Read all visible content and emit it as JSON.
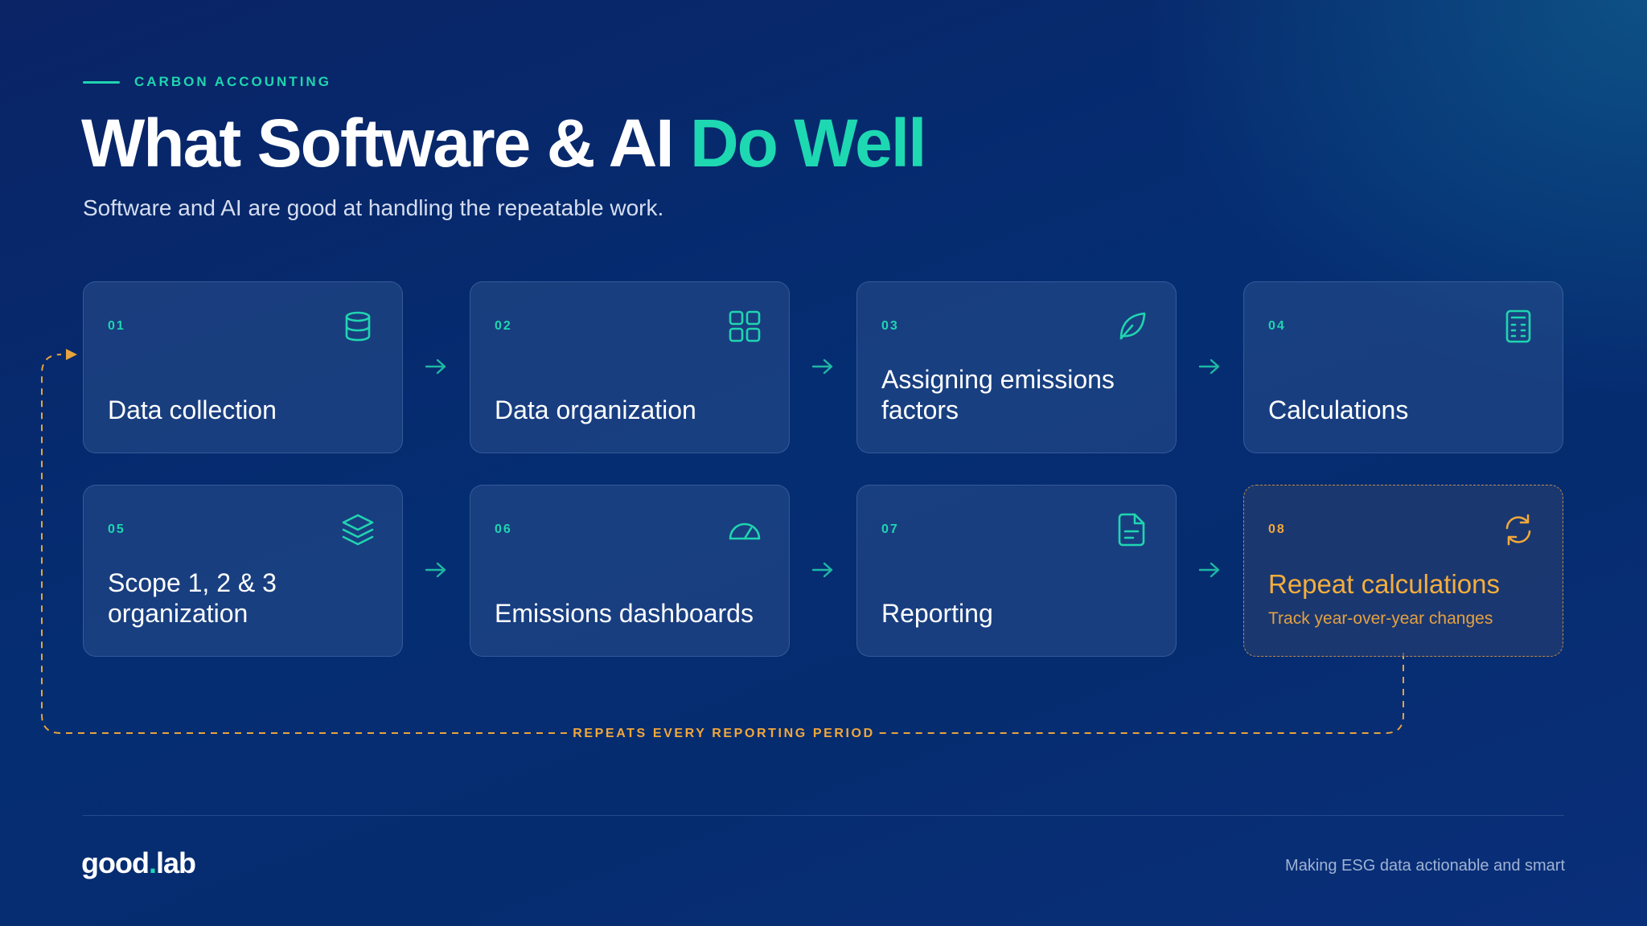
{
  "header": {
    "eyebrow": "CARBON ACCOUNTING",
    "title_main": "What Software & AI ",
    "title_accent": "Do Well",
    "subtitle": "Software and AI are good at handling the repeatable work."
  },
  "steps": [
    {
      "num": "01",
      "label": "Data collection",
      "icon": "database-icon"
    },
    {
      "num": "02",
      "label": "Data organization",
      "icon": "grid-icon"
    },
    {
      "num": "03",
      "label": "Assigning emissions factors",
      "icon": "leaf-icon"
    },
    {
      "num": "04",
      "label": "Calculations",
      "icon": "calculator-icon"
    },
    {
      "num": "05",
      "label": "Scope 1, 2 & 3 organization",
      "icon": "layers-icon"
    },
    {
      "num": "06",
      "label": "Emissions dashboards",
      "icon": "gauge-icon"
    },
    {
      "num": "07",
      "label": "Reporting",
      "icon": "document-icon"
    },
    {
      "num": "08",
      "label": "Repeat calculations",
      "sublabel": "Track year-over-year changes",
      "icon": "refresh-icon"
    }
  ],
  "loop": {
    "label": "REPEATS EVERY REPORTING PERIOD"
  },
  "footer": {
    "logo_main": "good",
    "logo_dot": ".",
    "logo_end": "lab",
    "tagline": "Making ESG data actionable and smart"
  },
  "colors": {
    "accent_teal": "#1ed8b2",
    "accent_orange": "#f2a83a",
    "background": "#052d72"
  }
}
